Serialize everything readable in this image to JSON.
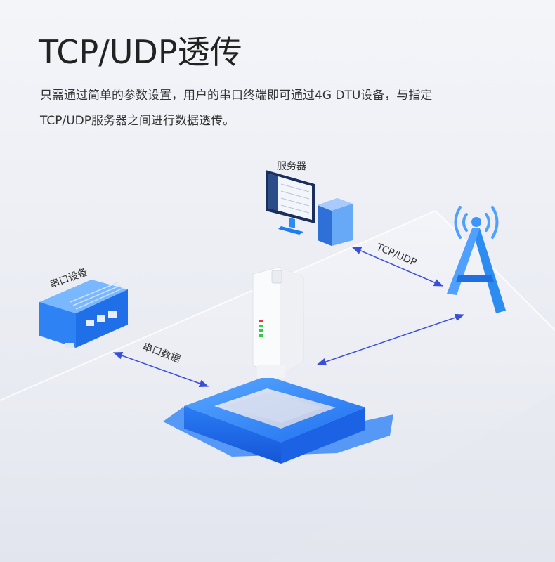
{
  "header": {
    "title": "TCP/UDP透传",
    "description_line1": "只需通过简单的参数设置，用户的串口终端即可通过4G DTU设备，与指定",
    "description_line2": "TCP/UDP服务器之间进行数据透传。"
  },
  "diagram": {
    "server_label": "服务器",
    "serial_device_label": "串口设备",
    "protocol_label": "TCP/UDP",
    "serial_data_label": "串口数据"
  },
  "colors": {
    "accent_blue": "#1f7cf2",
    "arrow": "#3a4fd8",
    "led_red": "#e53935",
    "led_green": "#2ecc40"
  },
  "icons": [
    "server-icon",
    "serial-device-icon",
    "dtu-device-icon",
    "antenna-tower-icon"
  ]
}
